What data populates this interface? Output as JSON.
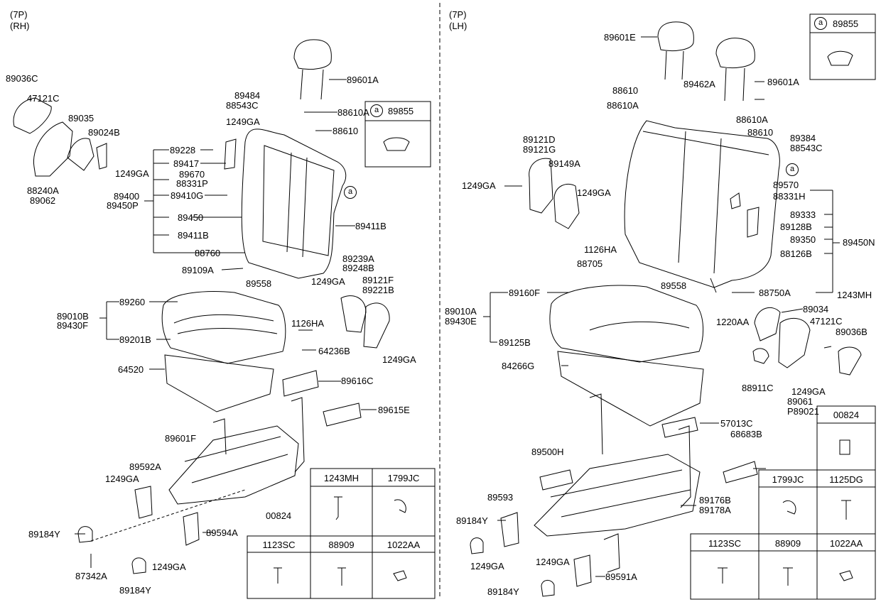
{
  "rh": {
    "header": [
      "(7P)",
      "(RH)"
    ],
    "labels": [
      "89036C",
      "47121C",
      "89035",
      "89024B",
      "1249GA",
      "88240A",
      "89062",
      "89228",
      "89417",
      "89670",
      "88331P",
      "89400",
      "89450P",
      "89410G",
      "89450",
      "89411B",
      "88760",
      "89109A",
      "89484",
      "88543C",
      "1249GA",
      "89601A",
      "88610A",
      "88610",
      "89411B",
      "89558",
      "1249GA",
      "89239A",
      "89248B",
      "89121F",
      "89221B",
      "1126HA",
      "64236B",
      "1249GA",
      "89010B",
      "89430F",
      "89260",
      "89201B",
      "64520",
      "89616C",
      "89615E",
      "89601F",
      "89592A",
      "1249GA",
      "00824",
      "89184Y",
      "87342A",
      "89594A",
      "1249GA",
      "89184Y"
    ],
    "inset": {
      "marker": "a",
      "part": "89855"
    },
    "balloon": "a",
    "table": {
      "row1": [
        "1243MH",
        "1799JC"
      ],
      "row2": [
        "1123SC",
        "88909",
        "1022AA"
      ]
    }
  },
  "lh": {
    "header": [
      "(7P)",
      "(LH)"
    ],
    "labels": [
      "89601E",
      "88610",
      "88610A",
      "89462A",
      "89601A",
      "88610A",
      "88610",
      "89384",
      "88543C",
      "89121D",
      "89121G",
      "1249GA",
      "89149A",
      "1249GA",
      "1126HA",
      "89570",
      "88331H",
      "89333",
      "89128B",
      "89350",
      "89450N",
      "88126B",
      "88705",
      "89558",
      "88750A",
      "1243MH",
      "89010A",
      "89430E",
      "89160F",
      "89125B",
      "84266G",
      "89034",
      "1220AA",
      "47121C",
      "89036B",
      "88911C",
      "1249GA",
      "89061",
      "P89021",
      "57013C",
      "68683B",
      "89500H",
      "89176B",
      "89178A",
      "89593",
      "89184Y",
      "1249GA",
      "1249GA",
      "89591A",
      "89184Y"
    ],
    "inset": {
      "marker": "a",
      "part": "89855"
    },
    "balloon": "a",
    "table": {
      "top": [
        "00824"
      ],
      "row1": [
        "1799JC",
        "1125DG"
      ],
      "row2": [
        "1123SC",
        "88909",
        "1022AA"
      ]
    }
  }
}
